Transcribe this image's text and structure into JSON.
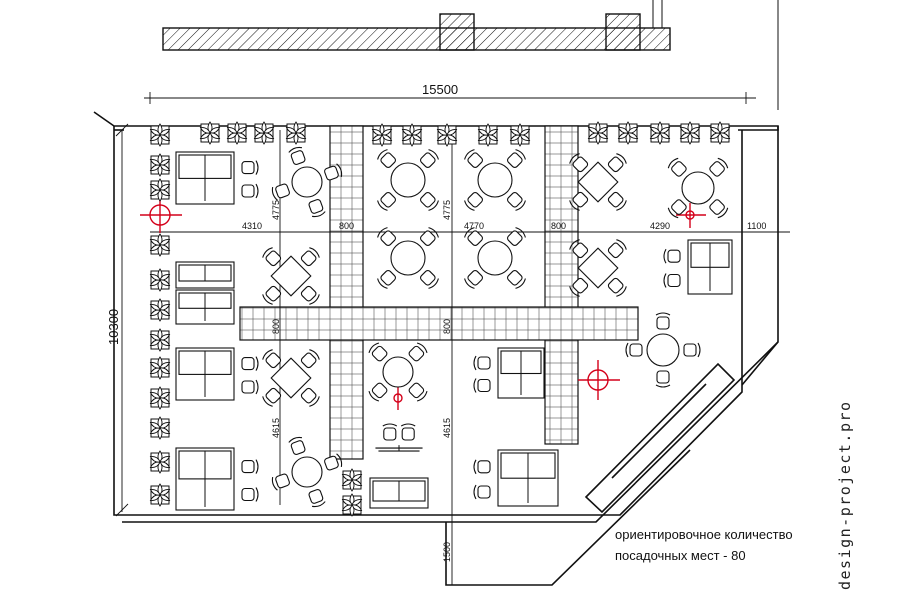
{
  "dimensions": {
    "total_width": "15500",
    "total_height": "10300",
    "bay_left": "4310",
    "bay_mid": "4770",
    "bay_right": "4290",
    "aisle_left": "800",
    "aisle_right": "800",
    "right_margin": "1100",
    "row_top_left": "4775",
    "row_top_mid": "4775",
    "row_bottom_left": "4615",
    "row_bottom_mid": "4615",
    "aisle_h_left": "800",
    "aisle_h_mid": "800",
    "bottom_margin": "1500"
  },
  "note": {
    "line1": "ориентировочное количество",
    "line2": "посадочных мест - 80"
  },
  "watermark": "design-project.pro",
  "colors": {
    "line": "#111111",
    "marker": "#d4001a"
  }
}
